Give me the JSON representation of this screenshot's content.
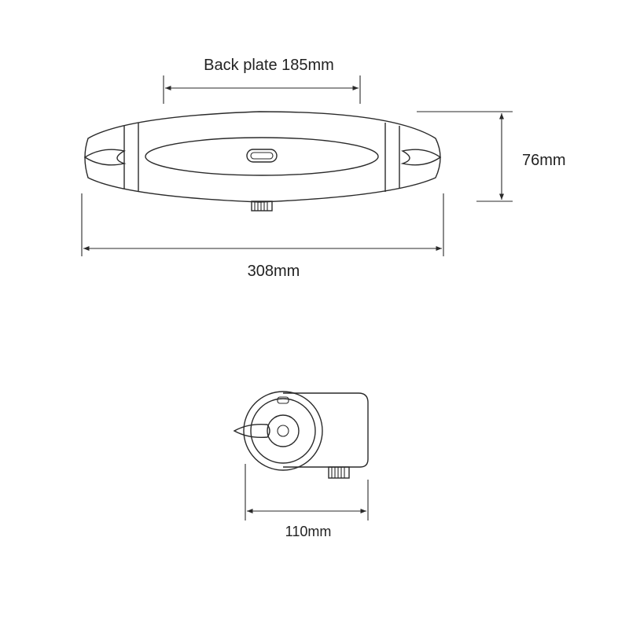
{
  "dimensions": {
    "back_plate": "Back plate 185mm",
    "height": "76mm",
    "length": "308mm",
    "depth": "110mm"
  }
}
